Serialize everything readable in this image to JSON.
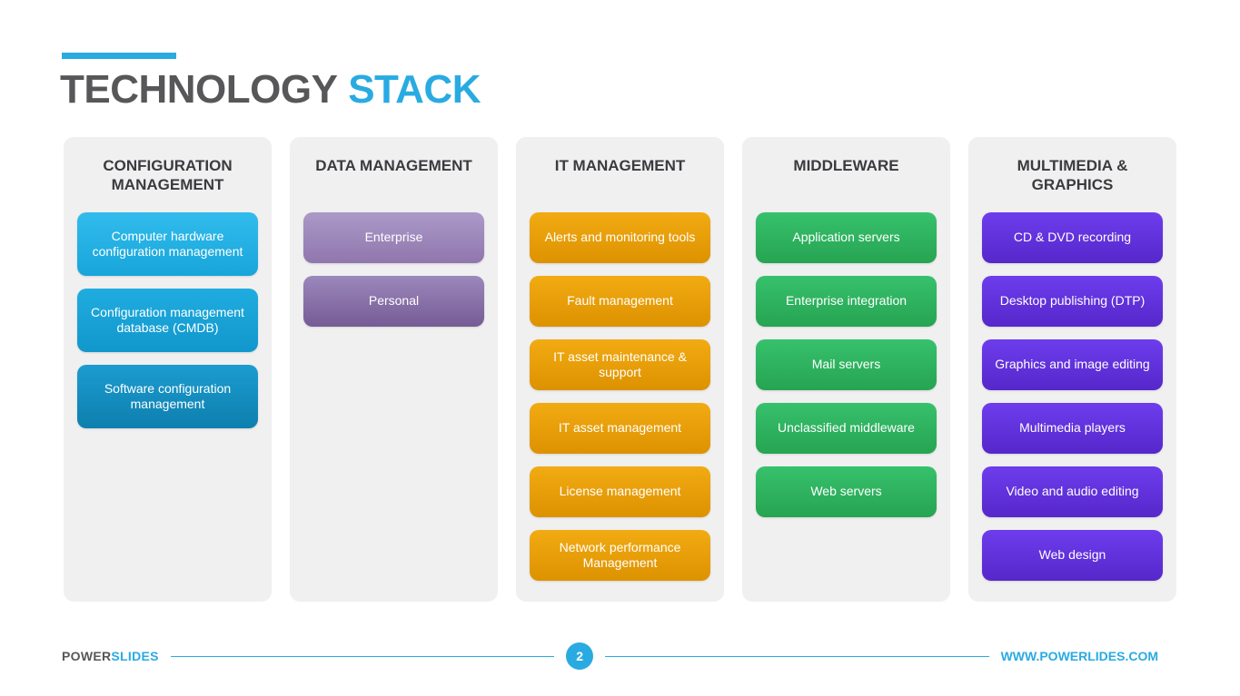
{
  "title": {
    "text_dark": "TECHNOLOGY",
    "text_accent": "STACK"
  },
  "colors": {
    "accent": "#29abe2",
    "title_dark": "#57575a",
    "header_text": "#3b3b3f",
    "panel_bg": "#f0f0f1",
    "blue": "#1fa9dd",
    "purple": "#9a87ba",
    "orange": "#e89e06",
    "green": "#2db25e",
    "violet": "#6132db"
  },
  "columns": [
    {
      "header": "CONFIGURATION MANAGEMENT",
      "items": [
        {
          "label": "Computer hardware configuration management",
          "color_top": "#31bcec",
          "color_bottom": "#18a5da"
        },
        {
          "label": "Configuration management database (CMDB)",
          "color_top": "#20ace0",
          "color_bottom": "#1197cb"
        },
        {
          "label": "Software configuration management",
          "color_top": "#1c9cd0",
          "color_bottom": "#0d7fae"
        }
      ]
    },
    {
      "header": "DATA MANAGEMENT",
      "items": [
        {
          "label": "Enterprise",
          "color_top": "#ab9ac8",
          "color_bottom": "#9076ad"
        },
        {
          "label": "Personal",
          "color_top": "#9b88bc",
          "color_bottom": "#765b95"
        }
      ]
    },
    {
      "header": "IT MANAGEMENT",
      "items": [
        {
          "label": "Alerts and monitoring tools",
          "color_top": "#f2ab13",
          "color_bottom": "#dd9200"
        },
        {
          "label": "Fault management",
          "color_top": "#f2ab13",
          "color_bottom": "#dd9200"
        },
        {
          "label": "IT asset maintenance & support",
          "color_top": "#f2ab13",
          "color_bottom": "#dd9200"
        },
        {
          "label": "IT asset management",
          "color_top": "#f2ab13",
          "color_bottom": "#dd9200"
        },
        {
          "label": "License management",
          "color_top": "#f2ab13",
          "color_bottom": "#dd9200"
        },
        {
          "label": "Network performance Management",
          "color_top": "#f2ab13",
          "color_bottom": "#dd9200"
        }
      ]
    },
    {
      "header": "MIDDLEWARE",
      "items": [
        {
          "label": "Application servers",
          "color_top": "#37c16c",
          "color_bottom": "#26a452"
        },
        {
          "label": "Enterprise integration",
          "color_top": "#37c16c",
          "color_bottom": "#26a452"
        },
        {
          "label": "Mail servers",
          "color_top": "#37c16c",
          "color_bottom": "#26a452"
        },
        {
          "label": "Unclassified middleware",
          "color_top": "#37c16c",
          "color_bottom": "#26a452"
        },
        {
          "label": "Web servers",
          "color_top": "#37c16c",
          "color_bottom": "#26a452"
        }
      ]
    },
    {
      "header": "MULTIMEDIA & GRAPHICS",
      "items": [
        {
          "label": "CD & DVD recording",
          "color_top": "#6d3ded",
          "color_bottom": "#5627ca"
        },
        {
          "label": "Desktop publishing (DTP)",
          "color_top": "#6d3ded",
          "color_bottom": "#5627ca"
        },
        {
          "label": "Graphics and image editing",
          "color_top": "#6d3ded",
          "color_bottom": "#5627ca"
        },
        {
          "label": "Multimedia players",
          "color_top": "#6d3ded",
          "color_bottom": "#5627ca"
        },
        {
          "label": "Video and audio editing",
          "color_top": "#6d3ded",
          "color_bottom": "#5627ca"
        },
        {
          "label": "Web design",
          "color_top": "#6d3ded",
          "color_bottom": "#5627ca"
        }
      ]
    }
  ],
  "footer": {
    "brand_dark": "POWER",
    "brand_accent": "SLIDES",
    "page_number": "2",
    "website": "WWW.POWERLIDES.COM"
  }
}
